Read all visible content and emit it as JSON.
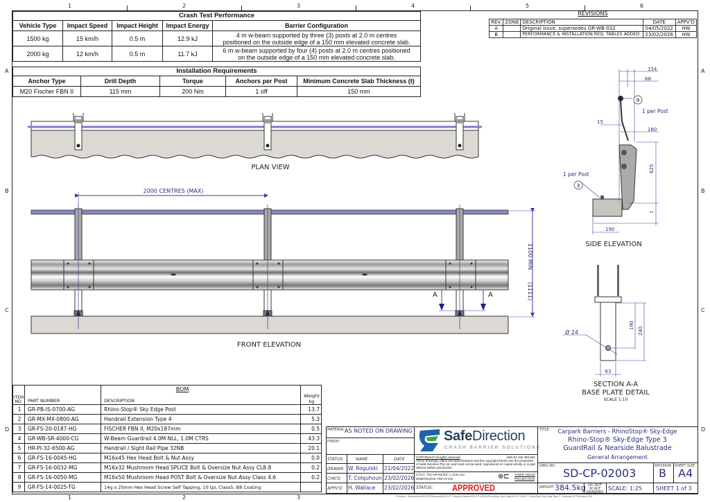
{
  "zones": {
    "columns": [
      "1",
      "2",
      "3",
      "4",
      "5",
      "6"
    ],
    "rows": [
      "A",
      "B",
      "C",
      "D"
    ]
  },
  "crash_test": {
    "title": "Crash Test Performance",
    "headers": [
      "Vehicle Type",
      "Impact Speed",
      "Impact Height",
      "Impact Energy",
      "Barrier Configuration"
    ],
    "rows": [
      [
        "1500 kg",
        "15 km/h",
        "0.5 m",
        "12.9 kJ",
        "4 m w-beam supported by three (3) posts at 2.0 m centres positioned on the outside edge of a 150 mm elevated concrete slab."
      ],
      [
        "2000 kg",
        "12 km/h",
        "0.5 m",
        "11.7 kJ",
        "6 m w-beam supported by four (4) posts at 2.0 m centres positioned on the outside edge of a 150 mm elevated concrete slab."
      ]
    ]
  },
  "installation": {
    "title": "Installation Requirements",
    "headers": [
      "Anchor Type",
      "Drill Depth",
      "Torque",
      "Anchors per Post",
      "Minimum Concrete Slab Thickness (t)"
    ],
    "row": [
      "M20 Fischer FBN II",
      "115 mm",
      "200 Nm",
      "1 off",
      "150 mm"
    ]
  },
  "revisions": {
    "title": "REVISIONS",
    "headers": [
      "REV.",
      "ZONE",
      "DESCRIPTION",
      "DATE",
      "APPV'D"
    ],
    "rows": [
      [
        "A",
        "",
        "Original Issue, supersedes GR-WB-032",
        "04/05/2022",
        "HW"
      ],
      [
        "B",
        "",
        "PERFORMANCE & INSTALLATION REQ. TABLES ADDED",
        "23/02/2026",
        "HW"
      ]
    ]
  },
  "views": {
    "plan": "PLAN VIEW",
    "front": "FRONT ELEVATION",
    "side": "SIDE ELEVATION",
    "section_title": "SECTION A-A",
    "section_sub": "BASE PLATE DETAIL",
    "section_scale": "SCALE 1:10",
    "section_marker": "A"
  },
  "dimensions": {
    "centres": "2000 CENTRES (MAX)",
    "height": "1100 MIN",
    "height_ref": "(1111)",
    "side": {
      "d154": "154",
      "d68": "68",
      "d15": "15",
      "d160": "160",
      "d625": "625",
      "t": "t",
      "d190": "190"
    },
    "section": {
      "dia": "Ø 24",
      "d190": "190",
      "d240": "240",
      "d63": "63"
    },
    "callouts": [
      {
        "num": "9",
        "note": "1 per Post"
      },
      {
        "num": "3",
        "note": "1 per Post"
      }
    ]
  },
  "bom": {
    "title": "BOM",
    "headers": {
      "item": "ITEM NO.",
      "part": "PART NUMBER",
      "desc": "DESCRIPTION",
      "weight": "Weight kg"
    },
    "rows": [
      [
        "1",
        "GR-PB-IS-0700-AG",
        "Rhino-Stop® Sky Edge Post",
        "13.7"
      ],
      [
        "2",
        "GR-MX-MX-0800-AG",
        "Handrail Extension Type 4",
        "5.3"
      ],
      [
        "3",
        "GR-FS-20-0187-HG",
        "FISCHER FBN II, M20x187mm",
        "0.5"
      ],
      [
        "4",
        "GR-WB-SR-4000-CG",
        "W-Beam Guardrail 4.0M NLL, 1.0M CTRS",
        "43.3"
      ],
      [
        "5",
        "HR-PI-32-6500-AG",
        "Handrail / Sight Rail Pipe 32NB",
        "20.1"
      ],
      [
        "6",
        "GR-FS-16-0045-HG",
        "M16x45 Hex Head Bolt & Nut Assy",
        "0.0"
      ],
      [
        "7",
        "GR-FS-16-0032-MG",
        "M16x32 Mushroom Head SPLICE Bolt & Oversize Nut Assy CL8.8",
        "0.2"
      ],
      [
        "8",
        "GR-FS-16-0050-MG",
        "M16x50 Mushroom Head POST Bolt & Oversize Nut Assy Class 4.6",
        "0.2"
      ],
      [
        "9",
        "GR-FS-14-0025-TG",
        "14g x 25mm Hex Head Screw Self Tapping, 10 tpi, Class5, B8 Coating",
        ""
      ]
    ]
  },
  "title_block": {
    "material_label": "MATERIAL:",
    "material": "AS NOTED ON DRAWING",
    "finish_label": "FINISH:",
    "status_header": "STATUS",
    "name_header": "NAME",
    "date_header": "DATE",
    "approvals": [
      {
        "role": "DRAWN",
        "name": "W. Rogulski",
        "date": "21/04/2022"
      },
      {
        "role": "CHK'D",
        "name": "T. Colquhoun",
        "date": "23/02/2026"
      },
      {
        "role": "APPV'D",
        "name": "H. Wallace",
        "date": "23/02/2026"
      }
    ],
    "company_a": "Safe",
    "company_b": "Direction",
    "tagline": "CRASH BARRIER SOLUTIONS",
    "copyright_head": "COPYRIGHT  All rights reserved",
    "abn": "ABN 53 156 459 684",
    "copyright_text": "These drawings, plans and specifications and the copyright therein are the properties of Safe Direction Pty Ltd, and must not be used, reproduced or copied wholly or in part without written permission.",
    "tolerances": "U.N.O. TOLARANCES: ± 1mm  ALL DIMENSIONS ARE IN mm",
    "projection": "THIRD ANGLE PROJECTION",
    "status_label": "STATUS:",
    "status": "APPROVED",
    "title_label": "TITLE:",
    "title_lines": [
      "Carpark Barriers - RhinoStop® Sky-Edge",
      "Rhino-Stop® Sky-Edge Type 3",
      "GuardRail & Nearside Balustrade",
      "General Arrangement"
    ],
    "dwg_label": "DWG NO.",
    "dwg_no": "SD-CP-02003",
    "revision_label": "REVISION",
    "revision": "B",
    "sheet_size_label": "SHEET SIZE",
    "sheet_size": "A4",
    "weight_label": "WEIGHT:",
    "weight": "384.5kg",
    "do_not_scale": "DO NOT SCALE DRAWING",
    "scale": "SCALE: 1:25",
    "sheet": "SHEET 1 of 3",
    "file_path": "C:\\Users\\...\\Documents\\SDSYDS\\Assembly\\SD-CP Carpark Barriers\\SD-CP-02003 RhinoStop Sky-Edge\\SD-CP-02003 - RhinoStop Sky-Edge Type 3 - Monday, 23 February 2026"
  },
  "colors": {
    "dim": "#3a3c9c",
    "text_blue": "#2b2d7c",
    "approved": "#d81e1e",
    "concrete": "#dcd8d2",
    "logo_blue": "#1f63a8",
    "logo_green": "#3aa64a"
  }
}
